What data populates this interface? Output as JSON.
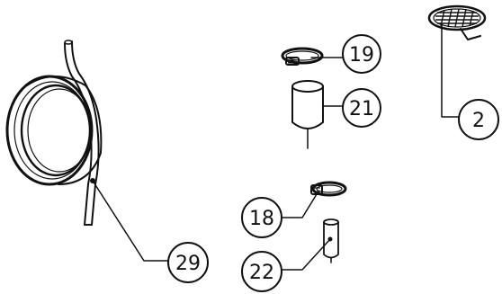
{
  "callouts": [
    {
      "id": "29",
      "label": "29"
    },
    {
      "id": "19",
      "label": "19"
    },
    {
      "id": "21",
      "label": "21"
    },
    {
      "id": "2",
      "label": "2"
    },
    {
      "id": "18",
      "label": "18"
    },
    {
      "id": "22",
      "label": "22"
    }
  ]
}
